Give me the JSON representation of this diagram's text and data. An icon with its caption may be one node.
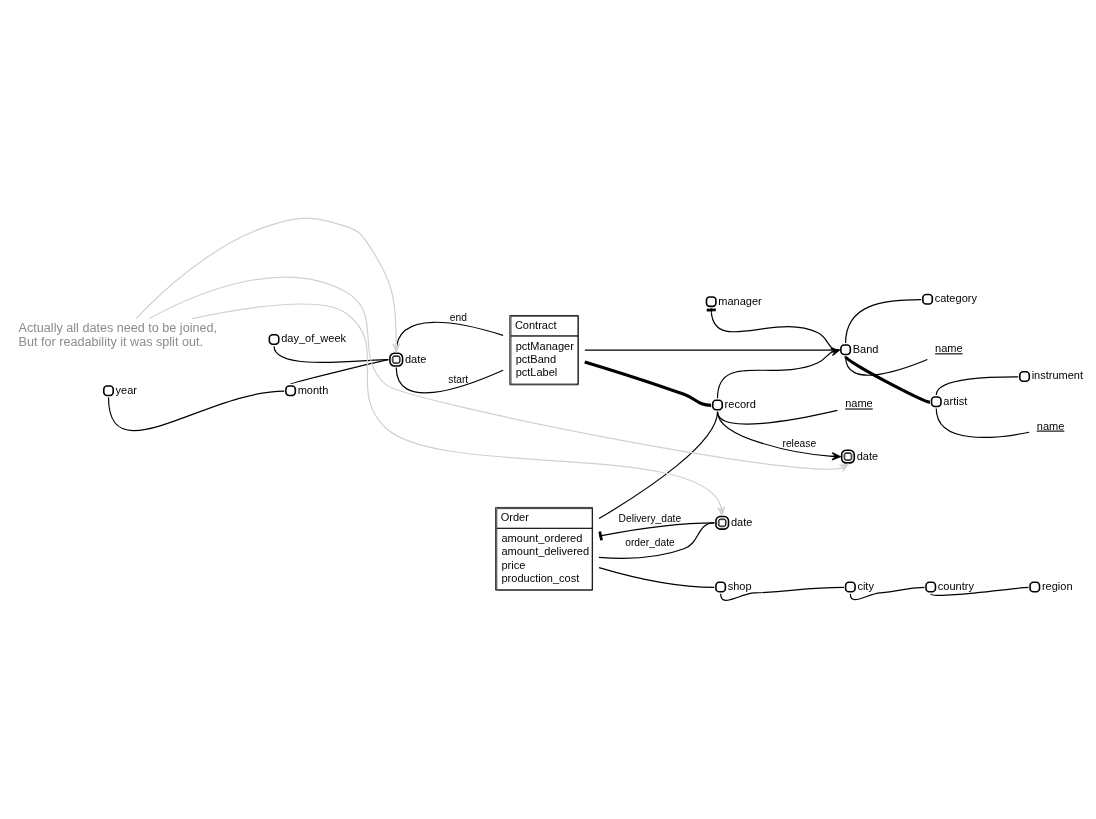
{
  "diagram": {
    "nodes": [
      {
        "text": [
          "Contract",
          "pctManager",
          "pctBand",
          "pctLabel"
        ]
      },
      {
        "text": [
          "Order",
          "amount_ordered",
          "amount_delivered",
          "price",
          "production_cost"
        ]
      },
      {
        "text": [
          "day_of_week"
        ]
      },
      {
        "text": [
          "year"
        ]
      },
      {
        "text": [
          "month"
        ]
      },
      {
        "text": [
          "date"
        ]
      },
      {
        "text": [
          "category"
        ]
      },
      {
        "text": [
          "manager"
        ]
      },
      {
        "text": [
          "Band"
        ]
      },
      {
        "text": [
          "name"
        ]
      },
      {
        "text": [
          "artist"
        ]
      },
      {
        "text": [
          "instrument"
        ]
      },
      {
        "text": [
          "name"
        ]
      },
      {
        "text": [
          "record"
        ]
      },
      {
        "text": [
          "name"
        ]
      },
      {
        "text": [
          "date"
        ]
      },
      {
        "text": [
          "date"
        ]
      },
      {
        "text": [
          "shop"
        ]
      },
      {
        "text": [
          "city"
        ]
      },
      {
        "text": [
          "country"
        ]
      },
      {
        "text": [
          "region"
        ]
      },
      {
        "text": [
          "Actually all dates need to be joined, But for readability it was split out."
        ]
      }
    ],
    "edges": [
      {
        "from": 3,
        "to": 4,
        "arrow": "none"
      },
      {
        "from": 4,
        "to": 5,
        "arrow": "none"
      },
      {
        "from": 2,
        "to": 5,
        "arrow": "none"
      },
      {
        "from": 5,
        "to": 0,
        "arrow": "none",
        "label": "end"
      },
      {
        "from": 5,
        "to": 0,
        "arrow": "none",
        "label": "start"
      },
      {
        "from": 0,
        "to": 8,
        "arrow": "none"
      },
      {
        "from": 0,
        "to": 13,
        "arrow": "none",
        "style": "thick"
      },
      {
        "from": 8,
        "to": 6,
        "arrow": "none"
      },
      {
        "from": 7,
        "to": 8,
        "arrow": "other"
      },
      {
        "from": 8,
        "to": 9,
        "arrow": "none"
      },
      {
        "from": 8,
        "to": 10,
        "arrow": "none",
        "style": "thick"
      },
      {
        "from": 10,
        "to": 11,
        "arrow": "none"
      },
      {
        "from": 10,
        "to": 12,
        "arrow": "none"
      },
      {
        "from": 13,
        "to": 8,
        "arrow": "to"
      },
      {
        "from": 13,
        "to": 14,
        "arrow": "none"
      },
      {
        "from": 13,
        "to": 15,
        "arrow": "to",
        "label": "release"
      },
      {
        "from": 1,
        "to": 13,
        "arrow": "none"
      },
      {
        "from": 1,
        "to": 16,
        "arrow": "other",
        "label": "Delivery_date"
      },
      {
        "from": 1,
        "to": 16,
        "arrow": "none",
        "label": "order_date"
      },
      {
        "from": 1,
        "to": 17,
        "arrow": "none"
      },
      {
        "from": 17,
        "to": 18,
        "arrow": "none"
      },
      {
        "from": 18,
        "to": 19,
        "arrow": "none"
      },
      {
        "from": 19,
        "to": 20,
        "arrow": "none"
      },
      {
        "from": 21,
        "to": 5,
        "arrow": "to",
        "color": "#d0d0d0"
      },
      {
        "from": 21,
        "to": 16,
        "arrow": "to",
        "color": "#d0d0d0"
      },
      {
        "from": 21,
        "to": 15,
        "arrow": "to",
        "color": "#d0d0d0"
      }
    ]
  }
}
